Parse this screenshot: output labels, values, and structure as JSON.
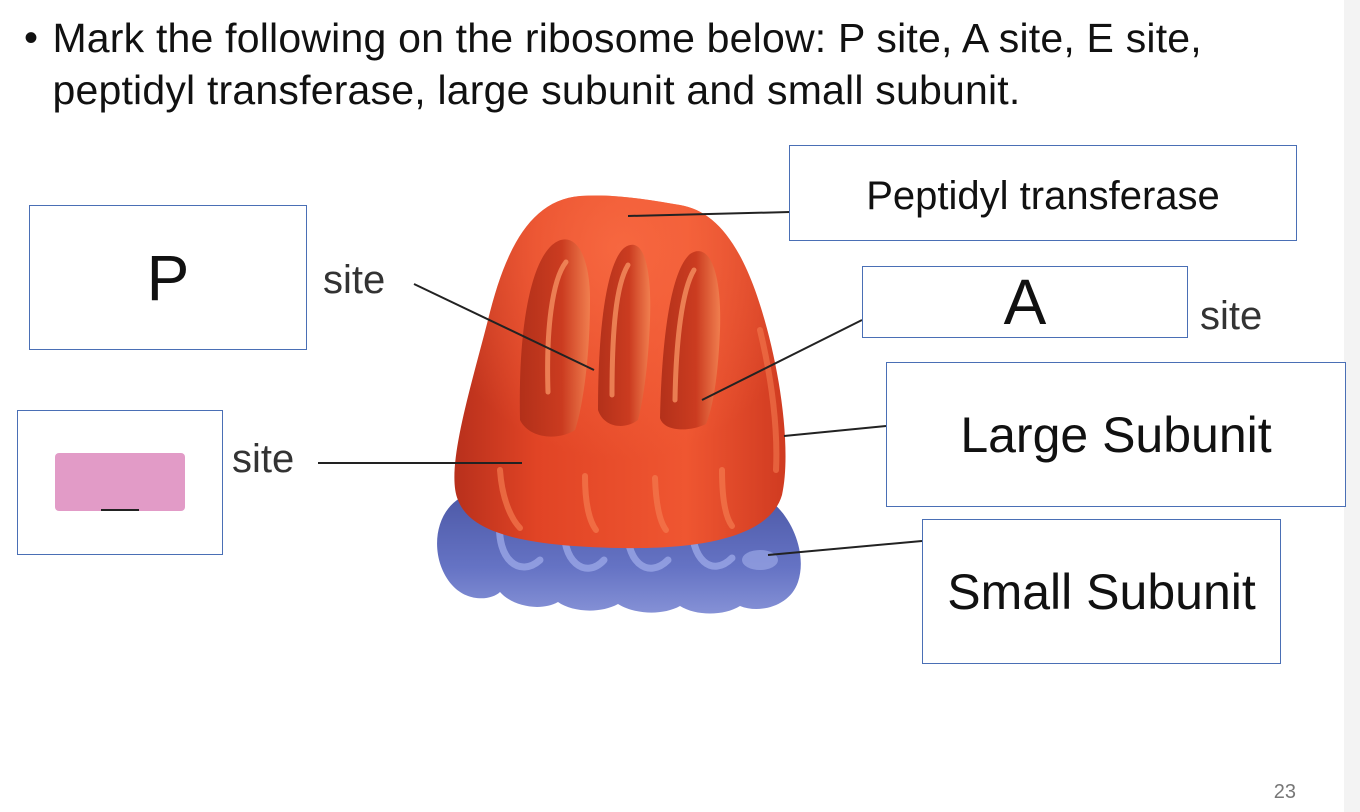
{
  "slide": {
    "bullet": "•",
    "instruction": "Mark the following on the ribosome below: P site, A site, E site, peptidyl transferase, large subunit and small subunit.",
    "page_number": "23"
  },
  "labels": {
    "p_box": "P",
    "a_box": "A",
    "peptidyl_box": "Peptidyl transferase",
    "large_box": "Large Subunit",
    "small_box": "Small Subunit"
  },
  "figure_text": {
    "site_p": "site",
    "site_e": "site",
    "site_a": "site"
  },
  "colors": {
    "large_subunit": "#e8472a",
    "small_subunit": "#5b68b8",
    "box_border": "#4a6fb5",
    "patch": "#e29bc7"
  }
}
